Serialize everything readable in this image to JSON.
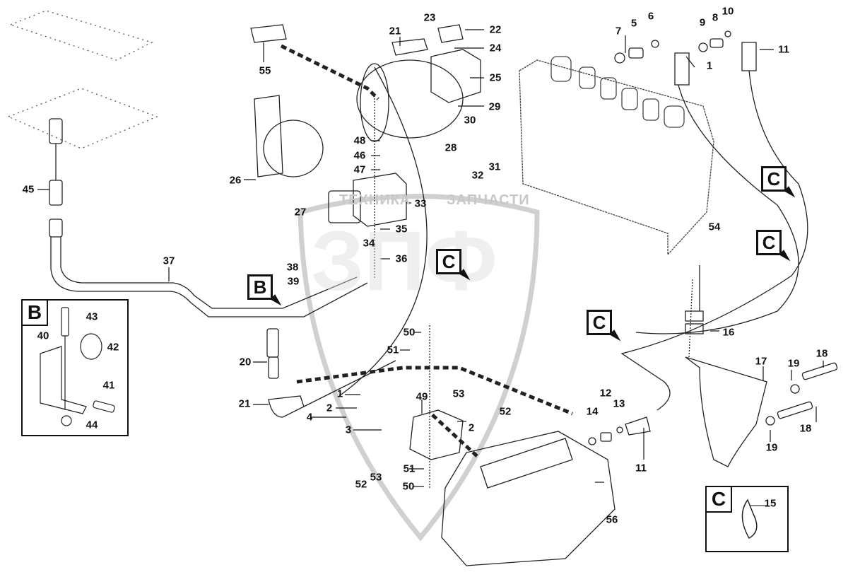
{
  "title": "Hydraulic system parts diagram",
  "watermark": {
    "brand_left": "ТЕХНИКА",
    "brand_right": "ЗАПЧАСТИ",
    "logo_letters": "ЗПФ"
  },
  "section_tags": {
    "b_main": "B",
    "c_upper_right_1": "C",
    "c_upper_right_2": "C",
    "c_center": "C",
    "c_lower": "C"
  },
  "insets": {
    "b": {
      "label": "B",
      "callouts": [
        "40",
        "41",
        "42",
        "43",
        "44"
      ]
    },
    "c": {
      "label": "C",
      "callouts": [
        "15"
      ]
    }
  },
  "callouts": [
    {
      "id": "c55",
      "label": "55"
    },
    {
      "id": "c21a",
      "label": "21"
    },
    {
      "id": "c23",
      "label": "23"
    },
    {
      "id": "c22",
      "label": "22"
    },
    {
      "id": "c24",
      "label": "24"
    },
    {
      "id": "c25",
      "label": "25"
    },
    {
      "id": "c29",
      "label": "29"
    },
    {
      "id": "c30",
      "label": "30"
    },
    {
      "id": "c28",
      "label": "28"
    },
    {
      "id": "c31",
      "label": "31"
    },
    {
      "id": "c32",
      "label": "32"
    },
    {
      "id": "c48",
      "label": "48"
    },
    {
      "id": "c46",
      "label": "46"
    },
    {
      "id": "c47",
      "label": "47"
    },
    {
      "id": "c26",
      "label": "26"
    },
    {
      "id": "c27",
      "label": "27"
    },
    {
      "id": "c33",
      "label": "33"
    },
    {
      "id": "c35",
      "label": "35"
    },
    {
      "id": "c34",
      "label": "34"
    },
    {
      "id": "c36",
      "label": "36"
    },
    {
      "id": "c38",
      "label": "38"
    },
    {
      "id": "c39",
      "label": "39"
    },
    {
      "id": "c45",
      "label": "45"
    },
    {
      "id": "c37",
      "label": "37"
    },
    {
      "id": "c7",
      "label": "7"
    },
    {
      "id": "c5",
      "label": "5"
    },
    {
      "id": "c6",
      "label": "6"
    },
    {
      "id": "c9",
      "label": "9"
    },
    {
      "id": "c8",
      "label": "8"
    },
    {
      "id": "c10",
      "label": "10"
    },
    {
      "id": "c11a",
      "label": "11"
    },
    {
      "id": "c1a",
      "label": "1"
    },
    {
      "id": "c54",
      "label": "54"
    },
    {
      "id": "c16",
      "label": "16"
    },
    {
      "id": "c17",
      "label": "17"
    },
    {
      "id": "c18a",
      "label": "18"
    },
    {
      "id": "c18b",
      "label": "18"
    },
    {
      "id": "c19a",
      "label": "19"
    },
    {
      "id": "c19b",
      "label": "19"
    },
    {
      "id": "c12",
      "label": "12"
    },
    {
      "id": "c13",
      "label": "13"
    },
    {
      "id": "c14",
      "label": "14"
    },
    {
      "id": "c11b",
      "label": "11"
    },
    {
      "id": "c56",
      "label": "56"
    },
    {
      "id": "c50a",
      "label": "50"
    },
    {
      "id": "c51a",
      "label": "51"
    },
    {
      "id": "c20",
      "label": "20"
    },
    {
      "id": "c21b",
      "label": "21"
    },
    {
      "id": "c1b",
      "label": "1"
    },
    {
      "id": "c2a",
      "label": "2"
    },
    {
      "id": "c4",
      "label": "4"
    },
    {
      "id": "c3",
      "label": "3"
    },
    {
      "id": "c49",
      "label": "49"
    },
    {
      "id": "c53a",
      "label": "53"
    },
    {
      "id": "c52a",
      "label": "52"
    },
    {
      "id": "c2b",
      "label": "2"
    },
    {
      "id": "c51b",
      "label": "51"
    },
    {
      "id": "c50b",
      "label": "50"
    },
    {
      "id": "c52b",
      "label": "52"
    },
    {
      "id": "c53b",
      "label": "53"
    },
    {
      "id": "c40",
      "label": "40"
    },
    {
      "id": "c41",
      "label": "41"
    },
    {
      "id": "c42",
      "label": "42"
    },
    {
      "id": "c43",
      "label": "43"
    },
    {
      "id": "c44",
      "label": "44"
    },
    {
      "id": "c15",
      "label": "15"
    }
  ]
}
